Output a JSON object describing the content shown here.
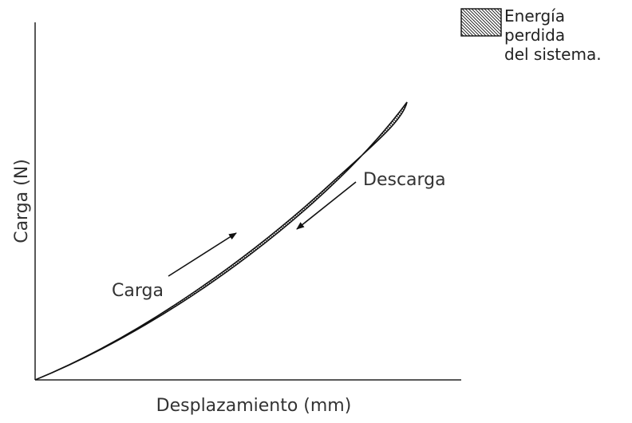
{
  "axes": {
    "x_label": "Desplazamiento (mm)",
    "y_label": "Carga (N)"
  },
  "annotations": {
    "loading": "Carga",
    "unloading": "Descarga"
  },
  "legend": {
    "lines": [
      "Energía",
      "perdida",
      "del sistema."
    ]
  },
  "colors": {
    "axis": "#222222",
    "curve": "#111111",
    "text": "#333333"
  }
}
